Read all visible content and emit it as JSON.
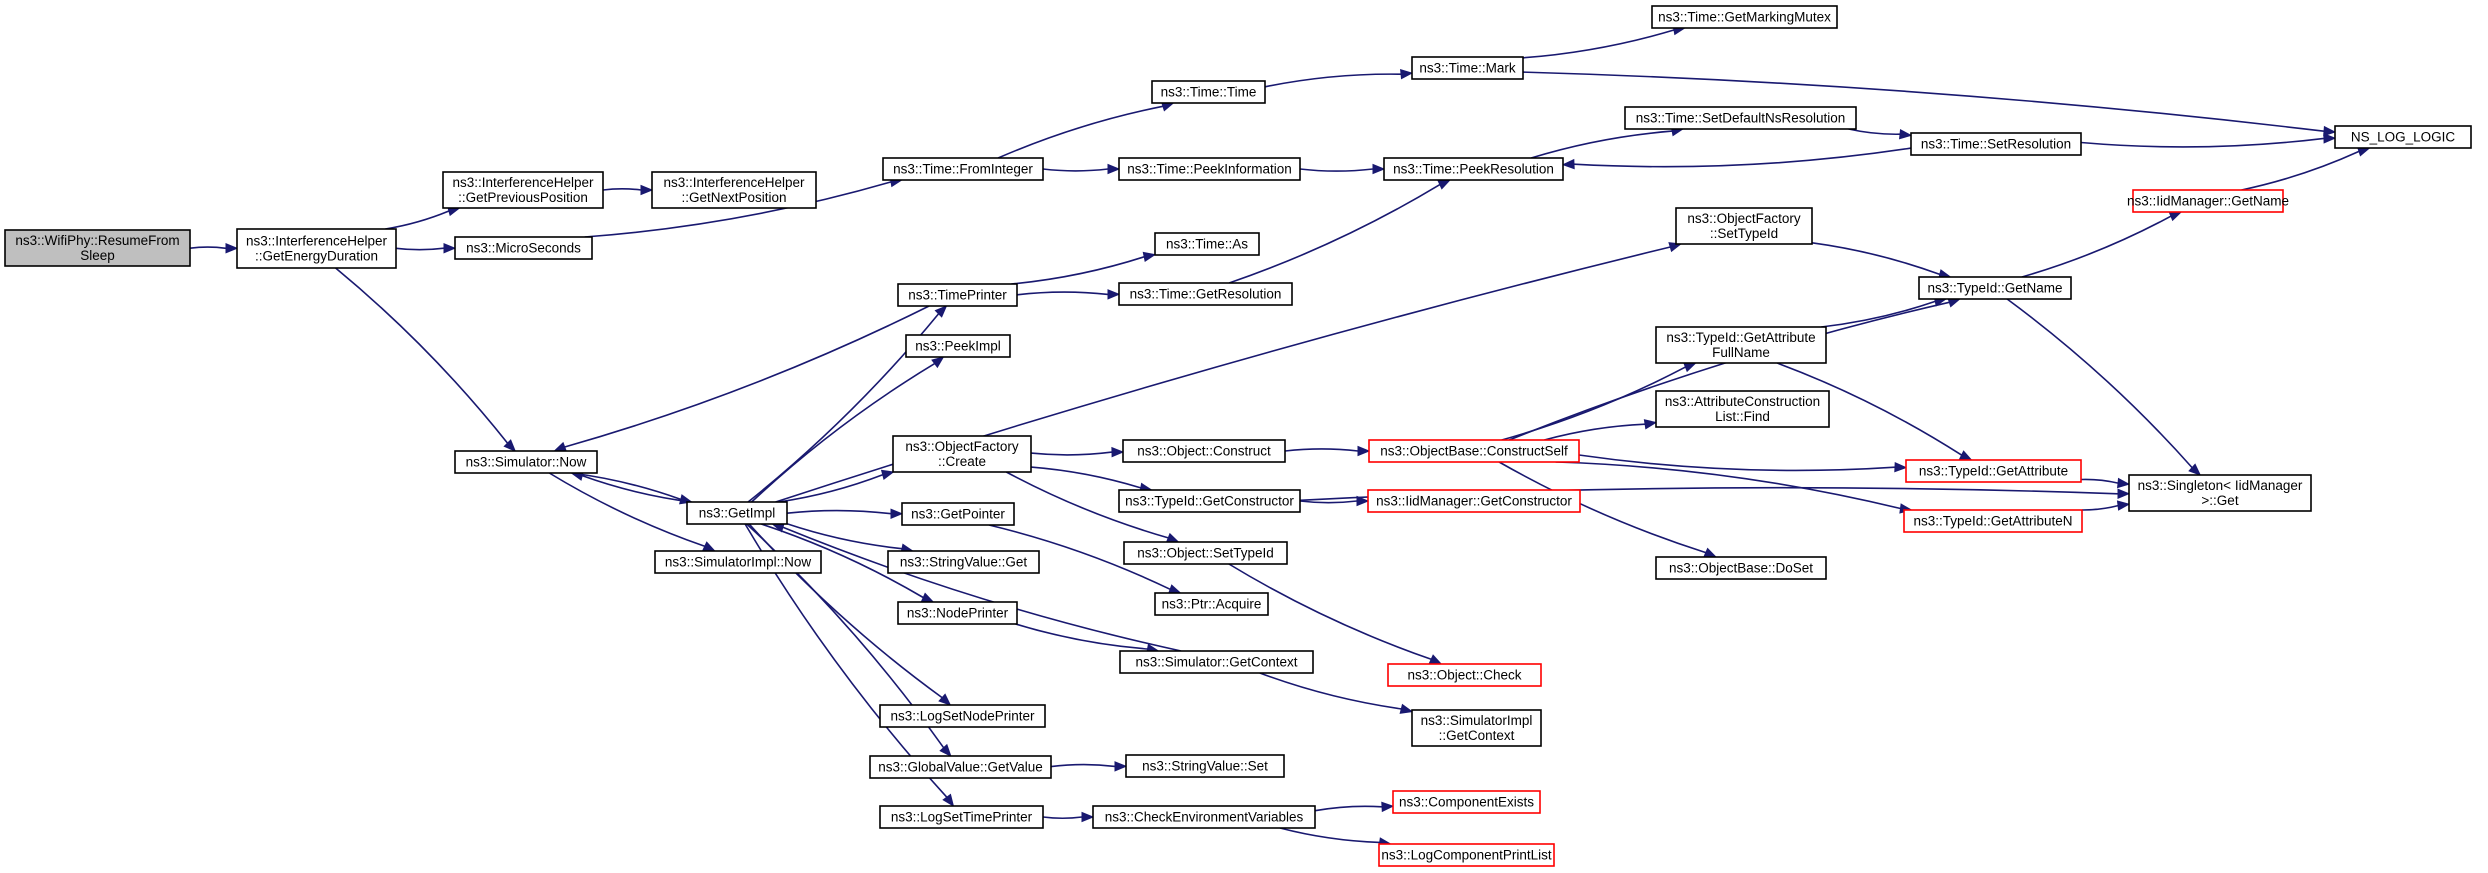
{
  "graph": {
    "nodes": [
      {
        "id": "root",
        "lines": [
          "ns3::WifiPhy::ResumeFrom",
          "Sleep"
        ],
        "style": "root"
      },
      {
        "id": "ged",
        "lines": [
          "ns3::InterferenceHelper",
          "::GetEnergyDuration"
        ],
        "style": "normal"
      },
      {
        "id": "gpp",
        "lines": [
          "ns3::InterferenceHelper",
          "::GetPreviousPosition"
        ],
        "style": "normal"
      },
      {
        "id": "gnp",
        "lines": [
          "ns3::InterferenceHelper",
          "::GetNextPosition"
        ],
        "style": "normal"
      },
      {
        "id": "micro",
        "lines": [
          "ns3::MicroSeconds"
        ],
        "style": "normal"
      },
      {
        "id": "simnow",
        "lines": [
          "ns3::Simulator::Now"
        ],
        "style": "normal"
      },
      {
        "id": "getimpl",
        "lines": [
          "ns3::GetImpl"
        ],
        "style": "normal"
      },
      {
        "id": "simimplnow",
        "lines": [
          "ns3::SimulatorImpl::Now"
        ],
        "style": "normal"
      },
      {
        "id": "frominteger",
        "lines": [
          "ns3::Time::FromInteger"
        ],
        "style": "normal"
      },
      {
        "id": "timetime",
        "lines": [
          "ns3::Time::Time"
        ],
        "style": "normal"
      },
      {
        "id": "mark",
        "lines": [
          "ns3::Time::Mark"
        ],
        "style": "normal"
      },
      {
        "id": "mutex",
        "lines": [
          "ns3::Time::GetMarkingMutex"
        ],
        "style": "normal"
      },
      {
        "id": "peekinfo",
        "lines": [
          "ns3::Time::PeekInformation"
        ],
        "style": "normal"
      },
      {
        "id": "peekres",
        "lines": [
          "ns3::Time::PeekResolution"
        ],
        "style": "normal"
      },
      {
        "id": "setdefault",
        "lines": [
          "ns3::Time::SetDefaultNsResolution"
        ],
        "style": "normal"
      },
      {
        "id": "setres",
        "lines": [
          "ns3::Time::SetResolution"
        ],
        "style": "normal"
      },
      {
        "id": "nslog",
        "lines": [
          "NS_LOG_LOGIC"
        ],
        "style": "normal"
      },
      {
        "id": "timeas",
        "lines": [
          "ns3::Time::As"
        ],
        "style": "normal"
      },
      {
        "id": "timeprinter",
        "lines": [
          "ns3::TimePrinter"
        ],
        "style": "normal"
      },
      {
        "id": "getres",
        "lines": [
          "ns3::Time::GetResolution"
        ],
        "style": "normal"
      },
      {
        "id": "peekimpl",
        "lines": [
          "ns3::PeekImpl"
        ],
        "style": "normal"
      },
      {
        "id": "ofcreate",
        "lines": [
          "ns3::ObjectFactory",
          "::Create"
        ],
        "style": "normal"
      },
      {
        "id": "getpointer",
        "lines": [
          "ns3::GetPointer"
        ],
        "style": "normal"
      },
      {
        "id": "svget",
        "lines": [
          "ns3::StringValue::Get"
        ],
        "style": "normal"
      },
      {
        "id": "nodeprinter",
        "lines": [
          "ns3::NodePrinter"
        ],
        "style": "normal"
      },
      {
        "id": "logsetnode",
        "lines": [
          "ns3::LogSetNodePrinter"
        ],
        "style": "normal"
      },
      {
        "id": "gvget",
        "lines": [
          "ns3::GlobalValue::GetValue"
        ],
        "style": "normal"
      },
      {
        "id": "logsettime",
        "lines": [
          "ns3::LogSetTimePrinter"
        ],
        "style": "normal"
      },
      {
        "id": "objconstruct",
        "lines": [
          "ns3::Object::Construct"
        ],
        "style": "normal"
      },
      {
        "id": "tidgetctor",
        "lines": [
          "ns3::TypeId::GetConstructor"
        ],
        "style": "normal"
      },
      {
        "id": "objsettid",
        "lines": [
          "ns3::Object::SetTypeId"
        ],
        "style": "normal"
      },
      {
        "id": "ptracquire",
        "lines": [
          "ns3::Ptr::Acquire"
        ],
        "style": "normal"
      },
      {
        "id": "simgetctx",
        "lines": [
          "ns3::Simulator::GetContext"
        ],
        "style": "normal"
      },
      {
        "id": "svset",
        "lines": [
          "ns3::StringValue::Set"
        ],
        "style": "normal"
      },
      {
        "id": "checkenv",
        "lines": [
          "ns3::CheckEnvironmentVariables"
        ],
        "style": "normal"
      },
      {
        "id": "ofsettid",
        "lines": [
          "ns3::ObjectFactory",
          "::SetTypeId"
        ],
        "style": "normal"
      },
      {
        "id": "obconstructself",
        "lines": [
          "ns3::ObjectBase::ConstructSelf"
        ],
        "style": "red"
      },
      {
        "id": "iidgetctor",
        "lines": [
          "ns3::IidManager::GetConstructor"
        ],
        "style": "red"
      },
      {
        "id": "objcheck",
        "lines": [
          "ns3::Object::Check"
        ],
        "style": "red"
      },
      {
        "id": "simimplctx",
        "lines": [
          "ns3::SimulatorImpl",
          "::GetContext"
        ],
        "style": "normal"
      },
      {
        "id": "compexists",
        "lines": [
          "ns3::ComponentExists"
        ],
        "style": "red"
      },
      {
        "id": "logcomplist",
        "lines": [
          "ns3::LogComponentPrintList"
        ],
        "style": "red"
      },
      {
        "id": "tidgetattrfull",
        "lines": [
          "ns3::TypeId::GetAttribute",
          "FullName"
        ],
        "style": "normal"
      },
      {
        "id": "acfind",
        "lines": [
          "ns3::AttributeConstruction",
          "List::Find"
        ],
        "style": "normal"
      },
      {
        "id": "obdoset",
        "lines": [
          "ns3::ObjectBase::DoSet"
        ],
        "style": "normal"
      },
      {
        "id": "tidgetname",
        "lines": [
          "ns3::TypeId::GetName"
        ],
        "style": "normal"
      },
      {
        "id": "tidgetattr",
        "lines": [
          "ns3::TypeId::GetAttribute"
        ],
        "style": "red"
      },
      {
        "id": "tidgetattrn",
        "lines": [
          "ns3::TypeId::GetAttributeN"
        ],
        "style": "red"
      },
      {
        "id": "iidgetname",
        "lines": [
          "ns3::IidManager::GetName"
        ],
        "style": "red"
      },
      {
        "id": "singleton",
        "lines": [
          "ns3::Singleton< IidManager",
          " >::Get"
        ],
        "style": "normal"
      }
    ],
    "edges": [
      [
        "root",
        "ged"
      ],
      [
        "ged",
        "gpp"
      ],
      [
        "gpp",
        "gnp"
      ],
      [
        "ged",
        "micro"
      ],
      [
        "ged",
        "simnow"
      ],
      [
        "micro",
        "frominteger"
      ],
      [
        "frominteger",
        "timetime"
      ],
      [
        "frominteger",
        "peekinfo"
      ],
      [
        "timetime",
        "mark"
      ],
      [
        "mark",
        "mutex"
      ],
      [
        "mark",
        "nslog"
      ],
      [
        "peekinfo",
        "peekres"
      ],
      [
        "peekres",
        "setdefault"
      ],
      [
        "setdefault",
        "setres"
      ],
      [
        "setres",
        "peekres"
      ],
      [
        "setres",
        "nslog"
      ],
      [
        "simnow",
        "getimpl"
      ],
      [
        "simnow",
        "simimplnow"
      ],
      [
        "getimpl",
        "simnow"
      ],
      [
        "getimpl",
        "timeprinter"
      ],
      [
        "getimpl",
        "peekimpl"
      ],
      [
        "getimpl",
        "ofcreate"
      ],
      [
        "getimpl",
        "getpointer"
      ],
      [
        "getimpl",
        "svget"
      ],
      [
        "getimpl",
        "nodeprinter"
      ],
      [
        "getimpl",
        "logsetnode"
      ],
      [
        "getimpl",
        "gvget"
      ],
      [
        "getimpl",
        "logsettime"
      ],
      [
        "getimpl",
        "ofsettid"
      ],
      [
        "timeprinter",
        "timeas"
      ],
      [
        "timeprinter",
        "getres"
      ],
      [
        "getres",
        "peekres"
      ],
      [
        "timeprinter",
        "simnow"
      ],
      [
        "ofcreate",
        "objconstruct"
      ],
      [
        "ofcreate",
        "tidgetctor"
      ],
      [
        "ofcreate",
        "objsettid"
      ],
      [
        "getpointer",
        "ptracquire"
      ],
      [
        "nodeprinter",
        "simgetctx"
      ],
      [
        "simgetctx",
        "getimpl"
      ],
      [
        "simgetctx",
        "simimplctx"
      ],
      [
        "gvget",
        "svset"
      ],
      [
        "logsettime",
        "checkenv"
      ],
      [
        "checkenv",
        "compexists"
      ],
      [
        "checkenv",
        "logcomplist"
      ],
      [
        "objconstruct",
        "obconstructself"
      ],
      [
        "tidgetctor",
        "iidgetctor"
      ],
      [
        "tidgetctor",
        "singleton"
      ],
      [
        "objsettid",
        "objcheck"
      ],
      [
        "ofsettid",
        "tidgetname"
      ],
      [
        "obconstructself",
        "tidgetattrfull"
      ],
      [
        "obconstructself",
        "acfind"
      ],
      [
        "obconstructself",
        "obdoset"
      ],
      [
        "obconstructself",
        "tidgetname"
      ],
      [
        "obconstructself",
        "tidgetattr"
      ],
      [
        "obconstructself",
        "tidgetattrn"
      ],
      [
        "tidgetattrfull",
        "tidgetname"
      ],
      [
        "tidgetattrfull",
        "tidgetattr"
      ],
      [
        "tidgetname",
        "iidgetname"
      ],
      [
        "tidgetname",
        "singleton"
      ],
      [
        "iidgetname",
        "nslog"
      ],
      [
        "tidgetattr",
        "singleton"
      ],
      [
        "tidgetattrn",
        "singleton"
      ]
    ]
  }
}
